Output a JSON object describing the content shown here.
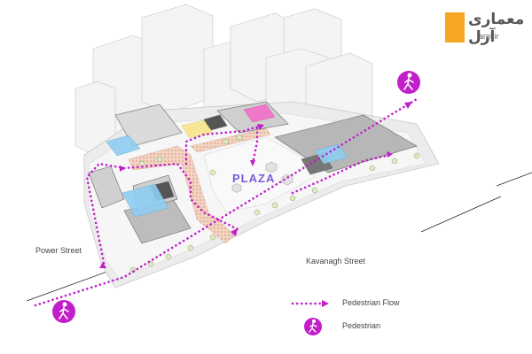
{
  "streets": {
    "power": "Power Street",
    "kavanagh": "Kavanagh Street"
  },
  "plaza": {
    "label": "PLAZA"
  },
  "legend": {
    "flow_label": "Pedestrian Flow",
    "pedestrian_label": "Pedestrian"
  },
  "logo": {
    "persian": "معماری آرل",
    "latin": "arel.ir"
  },
  "colors": {
    "flow": "#c11fc9",
    "pedestrian_badge": "#c11fc9",
    "plaza_text": "#7b5bd6",
    "blue_zone": "#8ecdf2",
    "yellow_zone": "#f7e58c",
    "magenta_zone": "#f36fc9",
    "paving": "#e9b7a0"
  },
  "icons": [
    "walking-person-icon"
  ]
}
